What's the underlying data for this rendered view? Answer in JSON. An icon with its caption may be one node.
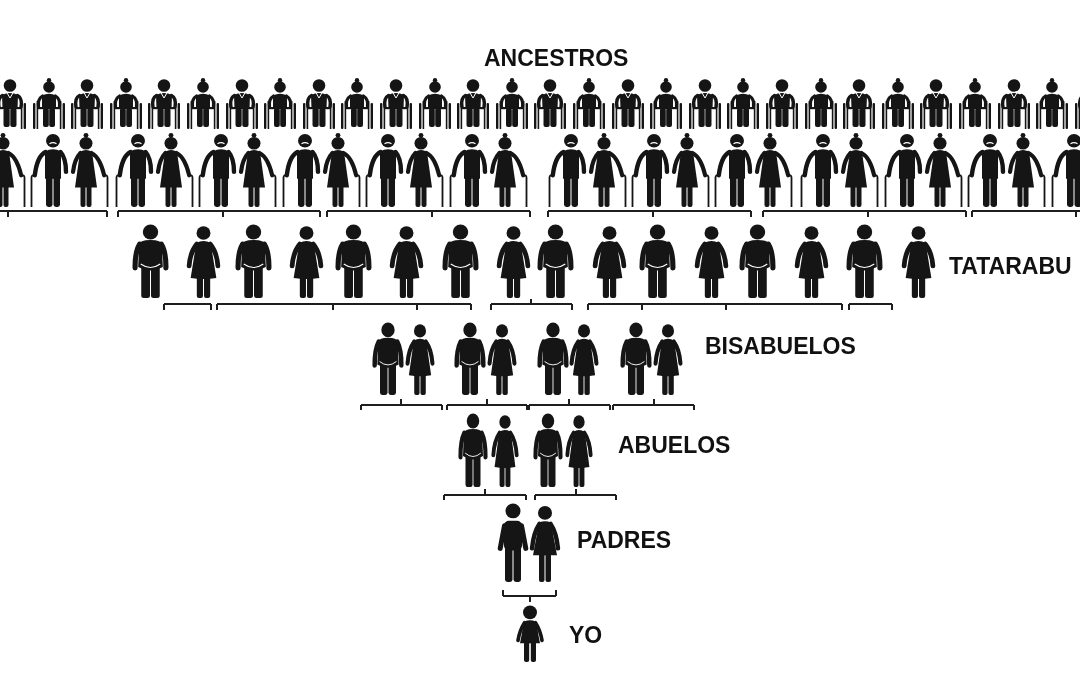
{
  "diagram": {
    "labels": [
      "ANCESTROS",
      "TATARABU",
      "BISABUELOS",
      "ABUELOS",
      "PADRES",
      "YO"
    ]
  }
}
